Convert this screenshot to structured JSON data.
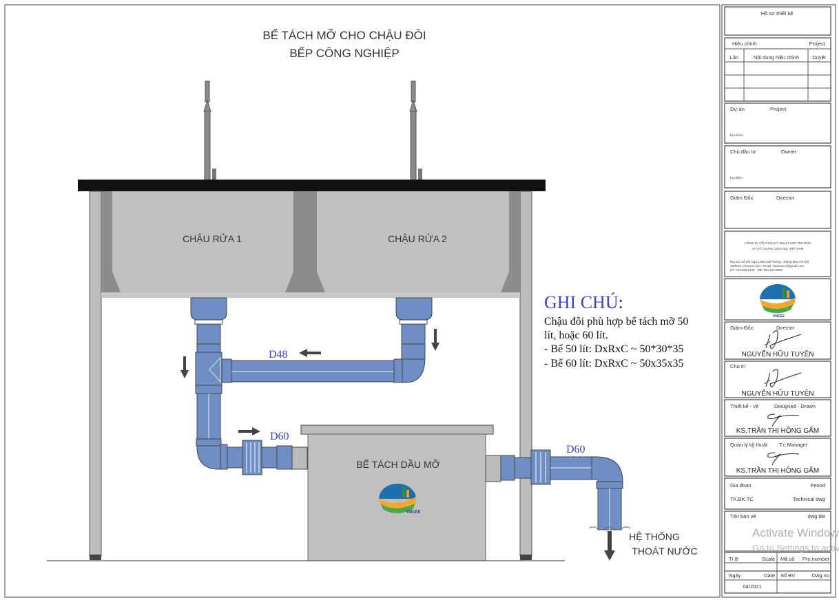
{
  "drawing": {
    "title_line1": "BỂ TÁCH MỠ CHO CHẬU ĐÔI",
    "title_line2": "BẾP CÔNG NGHIỆP",
    "sink1_label": "CHẬU RỬA 1",
    "sink2_label": "CHẬU RỬA 2",
    "tank_label": "BỂ TÁCH DẦU MỠ",
    "pipe_d48": "D48",
    "pipe_d60_in": "D60",
    "pipe_d60_out": "D60",
    "drain_line1": "HỆ THỐNG",
    "drain_line2": "THOÁT NƯỚC",
    "pipe_color": "#6f8fc4",
    "sink_color": "#c0c0c0"
  },
  "notes": {
    "heading": "GHI CHÚ",
    "colon": ":",
    "line1": "Chậu đôi phù hợp bể tách mỡ 50",
    "line2": "lít, hoặc 60 lít.",
    "line3": "- Bể 50 lít: DxRxC ~ 50*30*35",
    "line4": "- Bể 60 lít: DxRxC ~ 50x35x35",
    "heading_color": "#3a45b8"
  },
  "title_block": {
    "ho_so": "Hồ sơ thiết kế",
    "hieu_chinh": "Hiệu chỉnh",
    "hieu_chinh_en": "Project",
    "col_lan": "Lần",
    "col_noidung": "Nội dung hiệu chỉnh",
    "col_duyet": "Duyệt",
    "du_an": "Dự án",
    "du_an_en": "Project",
    "dia_diem1": "Địa Điểm:",
    "chu_dau_tu": "Chủ đầu tư",
    "chu_dau_tu_en": "Owner",
    "dia_diem2": "Địa điểm:",
    "giam_doc": "Giám Đốc",
    "giam_doc_en": "Director",
    "company_line1": "CÔNG TY CỔ PHẦN KỸ THUẬT MÔI TRƯỜNG",
    "company_line2": "VÀ XÂY DỰNG VINACEE VIỆT NAM",
    "address": "Địa chỉ: Số 5/2 Ngõ 1295 Giải Phóng, Hoàng Mai, Hà Nội",
    "website": "Website: vinacee.com - Email: vinaceeco@gmail.com",
    "phone": "ĐT: 043.685.8142 - DĐ: 094.222.8989",
    "logo_text": "VNCEE",
    "sig1_role": "Giám Đốc",
    "sig1_role_en": "Director",
    "sig1_name": "NGUYỄN HỮU TUYÊN",
    "sig2_role": "Chủ trì",
    "sig2_name": "NGUYỄN HỮU TUYÊN",
    "sig3_role": "Thiết kế - vẽ",
    "sig3_role_en": "Designed - Drawn",
    "sig3_name": "KS.TRẦN THỊ HỒNG GẤM",
    "sig4_role": "Quản lý kỹ thuật",
    "sig4_role_en": "T.c Manager",
    "sig4_name": "KS.TRẦN THỊ HỒNG GẤM",
    "giai_doan": "Gia đoạn",
    "giai_doan_en": "Period",
    "giai_doan_val": "TK.BK.TC",
    "giai_doan_val_en": "Technical dwg",
    "ten_ban_ve": "Tên bản vẽ",
    "ten_ban_ve_en": "dwg.tile",
    "ti_le": "Tỉ lệ",
    "ti_le_en": "Scale",
    "ma_so": "Mã số",
    "ma_so_en": "Pro.number",
    "ngay": "Ngày",
    "ngay_en": "Date",
    "so_bv": "Số BV",
    "so_bv_en": "Dwg.no",
    "date_val": "04/2021"
  },
  "overlay": {
    "activate_line1": "Activate Windows",
    "activate_line2": "Go to Settings to activate Windows."
  }
}
